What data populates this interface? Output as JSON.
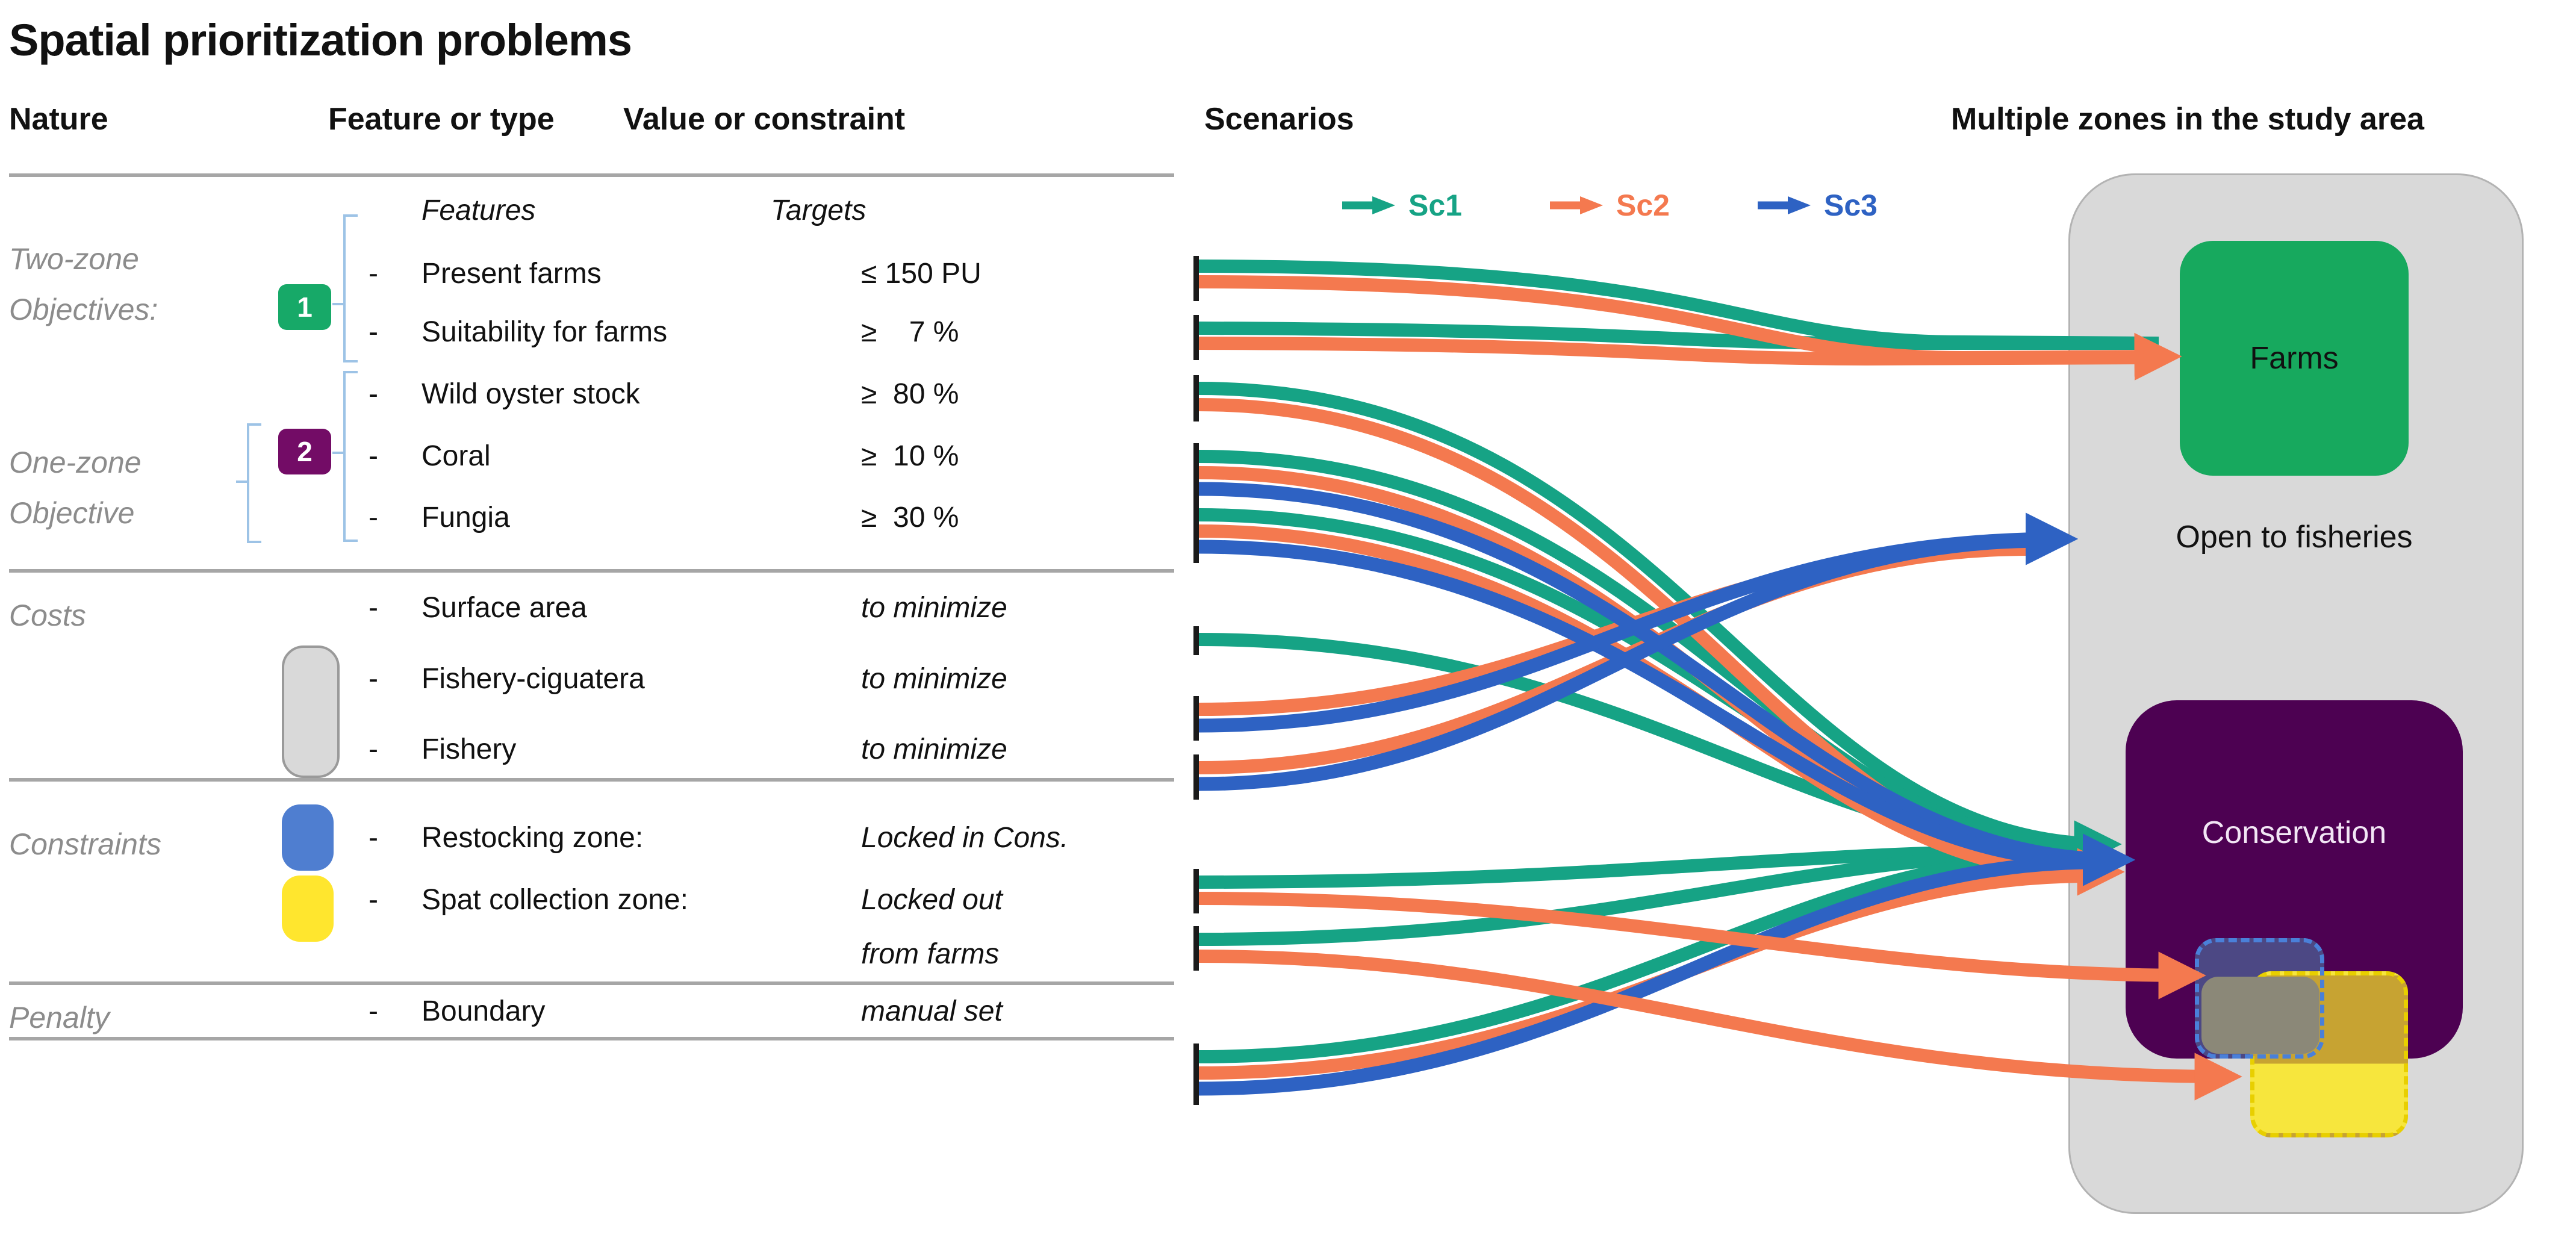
{
  "title": "Spatial prioritization problems",
  "headers": {
    "nature": "Nature",
    "feature_or_type": "Feature or type",
    "value_or_constraint": "Value or constraint",
    "scenarios": "Scenarios",
    "zones": "Multiple zones in the study area"
  },
  "table": {
    "subheaders": {
      "features": "Features",
      "targets": "Targets"
    },
    "dash": "-",
    "groups": {
      "two_zone": {
        "line1": "Two-zone",
        "line2": "Objectives:",
        "badge": "1"
      },
      "one_zone": {
        "line1": "One-zone",
        "line2": "Objective",
        "badge": "2"
      },
      "costs": {
        "line1": "Costs"
      },
      "constraints": {
        "line1": "Constraints"
      },
      "penalty": {
        "line1": "Penalty"
      }
    },
    "rows": [
      {
        "feature": "Present farms",
        "target": "≤ 150 PU"
      },
      {
        "feature": "Suitability for farms",
        "target": "≥    7 %"
      },
      {
        "feature": "Wild oyster stock",
        "target": "≥  80 %"
      },
      {
        "feature": "Coral",
        "target": "≥  10 %"
      },
      {
        "feature": "Fungia",
        "target": "≥  30 %"
      },
      {
        "feature": "Surface area",
        "target": "to minimize"
      },
      {
        "feature": "Fishery-ciguatera",
        "target": "to minimize"
      },
      {
        "feature": "Fishery",
        "target": "to minimize"
      },
      {
        "feature": "Restocking zone:",
        "target": "Locked in Cons."
      },
      {
        "feature": "Spat collection zone:",
        "target": "Locked out"
      },
      {
        "feature": "",
        "target": "from farms"
      },
      {
        "feature": "Boundary",
        "target": "manual set"
      }
    ]
  },
  "legend": {
    "sc1": "Sc1",
    "sc2": "Sc2",
    "sc3": "Sc3"
  },
  "zones": {
    "farms": "Farms",
    "open_to_fisheries": "Open to fisheries",
    "conservation": "Conservation"
  },
  "colors": {
    "sc1_green": "#16a385",
    "sc2_orange": "#f4794f",
    "sc3_blue": "#2e62c3",
    "farms_green": "#17a95e",
    "conservation_purple": "#4d0152",
    "study_area_gray": "#d9d9d9",
    "restocking_zone_fill": "#4c4884",
    "restocking_zone_dash": "#4a80d9",
    "spat_zone_yellow": "#f7e63d",
    "spat_zone_dash": "#e8cf00",
    "bracket_blue": "#9dc3e6"
  },
  "flows": [
    {
      "feature": "Present farms",
      "scenarios": [
        "Sc1",
        "Sc2"
      ],
      "target": "Farms"
    },
    {
      "feature": "Suitability for farms",
      "scenarios": [
        "Sc1",
        "Sc2"
      ],
      "target": "Farms"
    },
    {
      "feature": "Wild oyster stock",
      "scenarios": [
        "Sc1",
        "Sc2"
      ],
      "target": "Conservation"
    },
    {
      "feature": "Coral",
      "scenarios": [
        "Sc1",
        "Sc2",
        "Sc3"
      ],
      "target": "Conservation"
    },
    {
      "feature": "Fungia",
      "scenarios": [
        "Sc1",
        "Sc2",
        "Sc3"
      ],
      "target": "Conservation"
    },
    {
      "feature": "Surface area",
      "scenarios": [
        "Sc1"
      ],
      "target": "Conservation"
    },
    {
      "feature": "Fishery-ciguatera",
      "scenarios": [
        "Sc2",
        "Sc3"
      ],
      "target": "Open to fisheries"
    },
    {
      "feature": "Fishery",
      "scenarios": [
        "Sc2",
        "Sc3"
      ],
      "target": "Open to fisheries"
    },
    {
      "feature": "Restocking zone",
      "scenarios": [
        "Sc1"
      ],
      "target": "Conservation"
    },
    {
      "feature": "Restocking zone",
      "scenarios": [
        "Sc2"
      ],
      "target": "Restocking sub-zone in Conservation"
    },
    {
      "feature": "Spat collection zone",
      "scenarios": [
        "Sc1"
      ],
      "target": "Conservation"
    },
    {
      "feature": "Spat collection zone",
      "scenarios": [
        "Sc2"
      ],
      "target": "Spat collection sub-zone"
    },
    {
      "feature": "Boundary",
      "scenarios": [
        "Sc1",
        "Sc2",
        "Sc3"
      ],
      "target": "Conservation"
    }
  ]
}
